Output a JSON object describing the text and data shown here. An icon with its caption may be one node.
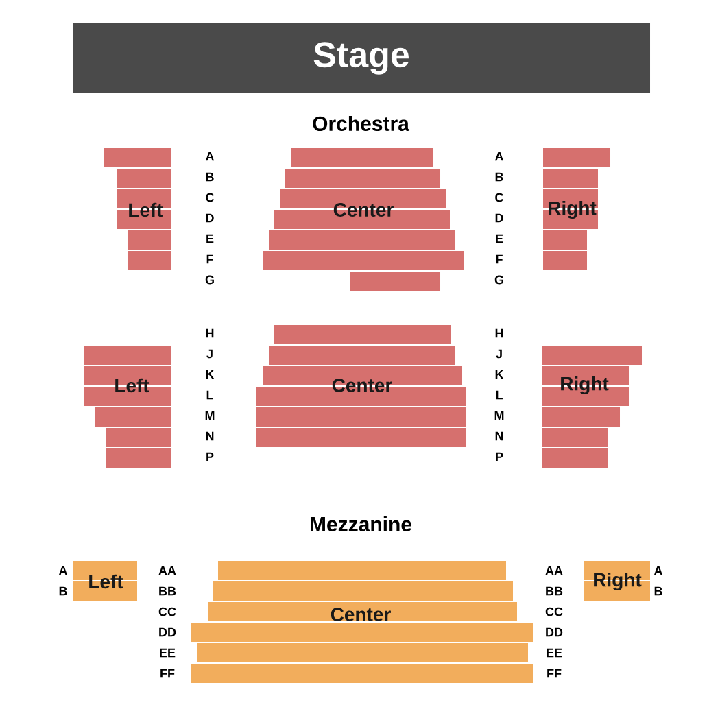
{
  "diagram": {
    "nodes": [
      {
        "text": [
          "Stage"
        ]
      },
      {
        "text": [
          "Left"
        ]
      },
      {
        "text": [
          "Center"
        ]
      },
      {
        "text": [
          "Right"
        ]
      },
      {
        "text": [
          "Left"
        ]
      },
      {
        "text": [
          "Center"
        ]
      },
      {
        "text": [
          "Right"
        ]
      },
      {
        "text": [
          "Left"
        ]
      },
      {
        "text": [
          "Center"
        ]
      },
      {
        "text": [
          "Right"
        ]
      }
    ],
    "labels": [
      "Orchestra",
      "A",
      "A",
      "B",
      "B",
      "C",
      "C",
      "D",
      "D",
      "E",
      "E",
      "F",
      "F",
      "G",
      "G",
      "H",
      "H",
      "J",
      "J",
      "K",
      "K",
      "L",
      "L",
      "M",
      "M",
      "N",
      "N",
      "P",
      "P",
      "Mezzanine",
      "A",
      "AA",
      "AA",
      "A",
      "B",
      "BB",
      "BB",
      "B",
      "CC",
      "CC",
      "DD",
      "DD",
      "EE",
      "EE",
      "FF",
      "FF"
    ]
  }
}
